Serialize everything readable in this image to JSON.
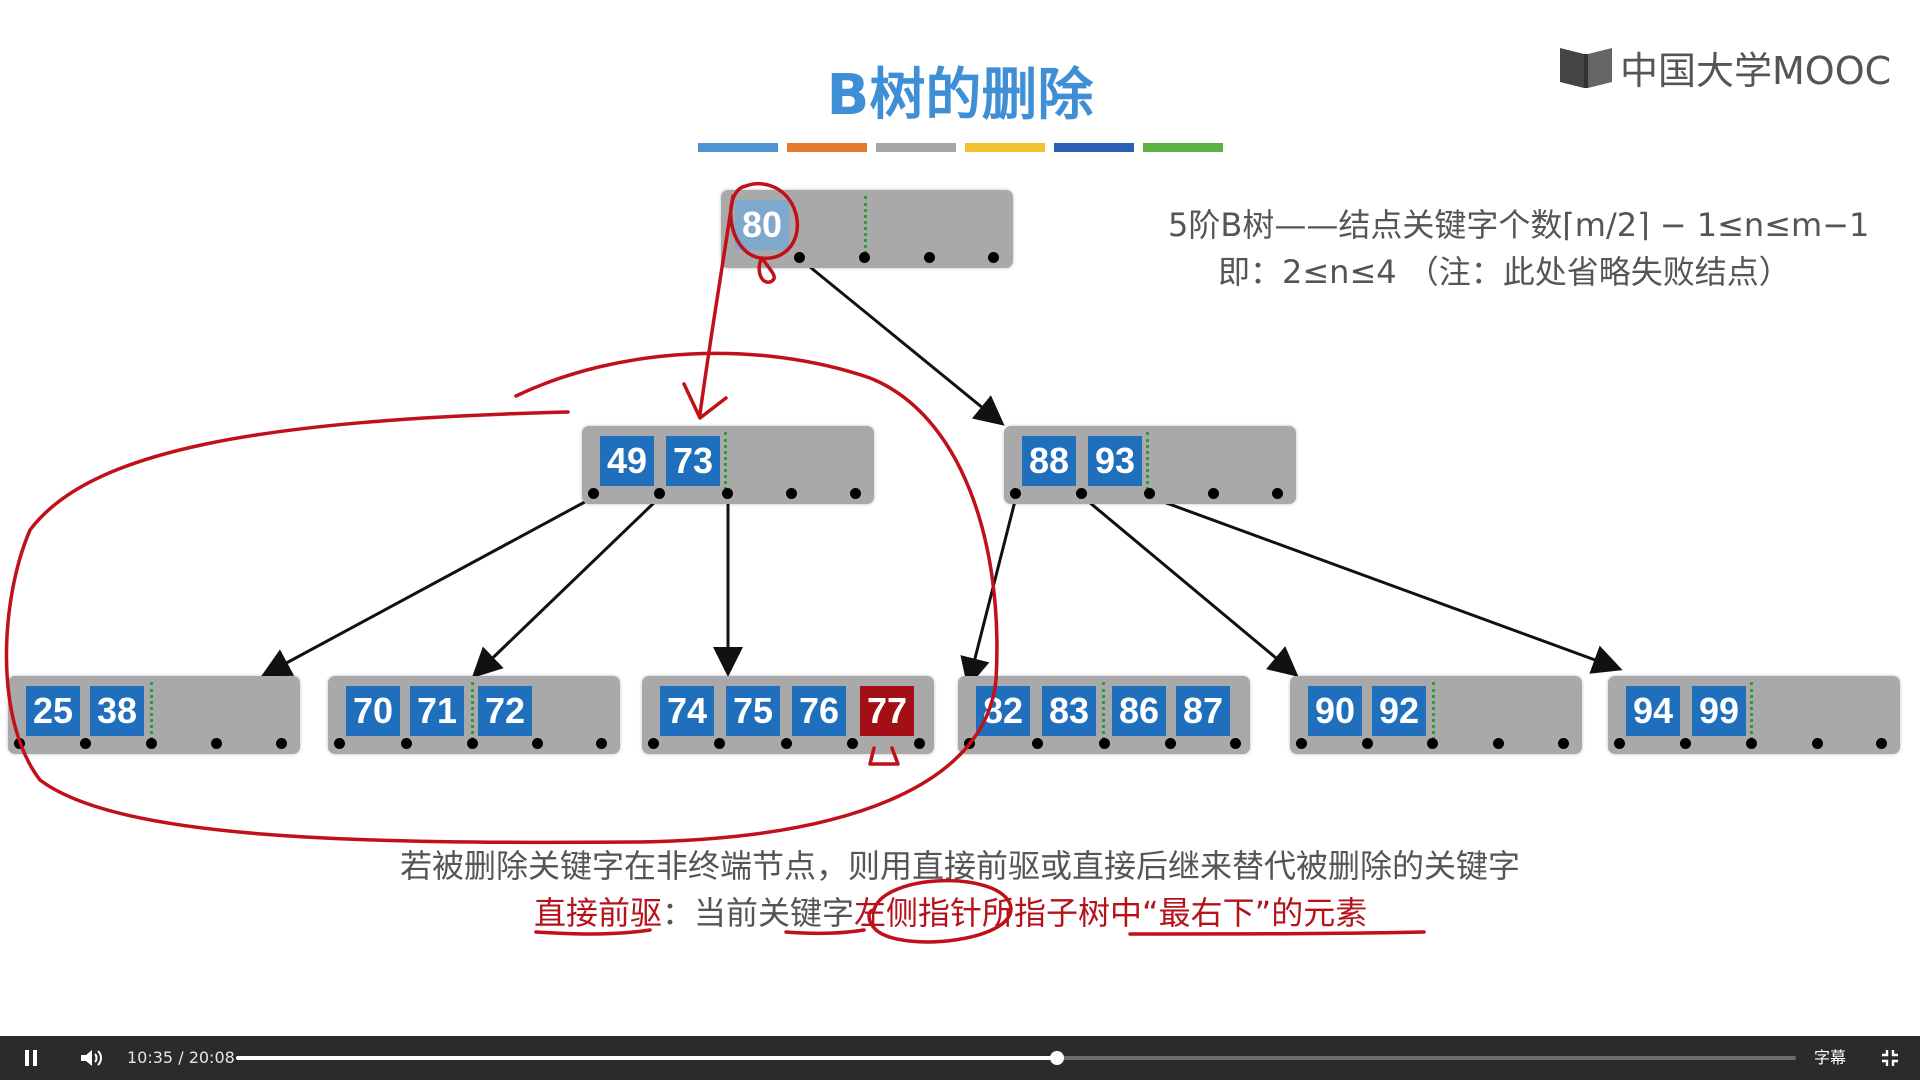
{
  "slide": {
    "title": "B树的删除",
    "logo_text": "中国大学MOOC",
    "stripe_colors": [
      "#4f93d2",
      "#e57a2c",
      "#a5a5a5",
      "#f2c12e",
      "#2d5fb5",
      "#5cb144"
    ],
    "note_line1": "5阶B树——结点关键字个数⌈m/2⌉ − 1≤n≤m−1",
    "note_line2": "即：2≤n≤4 （注：此处省略失败结点）",
    "rule_line1": "若被删除关键字在非终端节点，则用直接前驱或直接后继来替代被删除的关键字",
    "rule_line2_parts": [
      "直接前驱",
      "：当前关键字",
      "左侧指针所指子树中“最右下”的元素"
    ]
  },
  "tree": {
    "root": {
      "keys": [
        "80"
      ]
    },
    "level1": [
      {
        "keys": [
          "49",
          "73"
        ]
      },
      {
        "keys": [
          "88",
          "93"
        ]
      }
    ],
    "leaves": [
      {
        "keys": [
          "25",
          "38"
        ]
      },
      {
        "keys": [
          "70",
          "71",
          "72"
        ]
      },
      {
        "keys": [
          "74",
          "75",
          "76",
          "77"
        ]
      },
      {
        "keys": [
          "82",
          "83",
          "86",
          "87"
        ]
      },
      {
        "keys": [
          "90",
          "92"
        ]
      },
      {
        "keys": [
          "94",
          "99"
        ]
      }
    ],
    "colors": {
      "key": "#1f6fbd",
      "deleted_key": "#a30f14",
      "node": "#a9a9a9",
      "annotation": "#c0101a"
    }
  },
  "player": {
    "current_time": "10:35",
    "separator": "/",
    "duration": "20:08",
    "progress": 0.526,
    "subtitles_label": "字幕",
    "play_state": "pause-icon",
    "volume": "volume-icon",
    "fullscreen": "exit-fullscreen-icon"
  }
}
